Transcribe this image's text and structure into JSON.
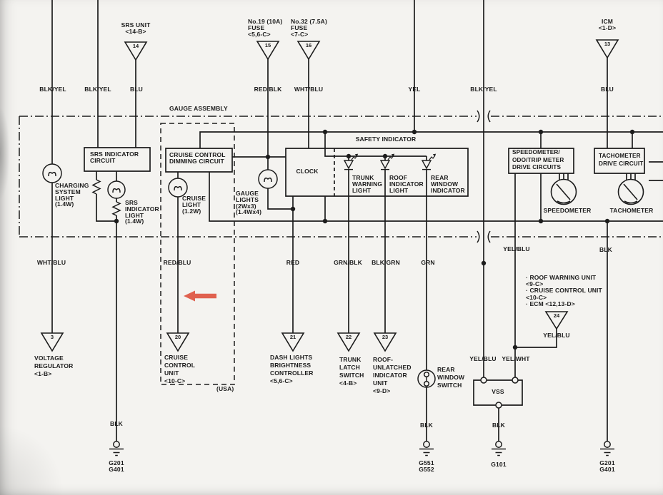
{
  "colors": {
    "paper": "#f4f3f0",
    "ink": "#1c1c1c",
    "arrow": "#e0614f"
  },
  "titles": {
    "gauge_assembly": "GAUGE ASSEMBLY",
    "usa": "(USA)"
  },
  "connectors": {
    "srs_unit": {
      "label": "SRS UNIT\n<14-B>",
      "num": "14"
    },
    "fuse_19": {
      "label": "No.19 (10A)\nFUSE\n<5,6-C>",
      "num": "15"
    },
    "fuse_32": {
      "label": "No.32 (7.5A)\nFUSE\n<7-C>",
      "num": "16"
    },
    "icm": {
      "label": "ICM\n<1-D>",
      "num": "13"
    },
    "voltage_regulator": {
      "label": "VOLTAGE\nREGULATOR\n<1-B>",
      "num": "3"
    },
    "cruise_control_unit": {
      "label": "CRUISE\nCONTROL\nUNIT\n<10-C>",
      "num": "20"
    },
    "dash_lights_brightness_controller": {
      "label": "DASH LIGHTS\nBRIGHTNESS\nCONTROLLER\n<5,6-C>",
      "num": "21"
    },
    "trunk_latch_switch": {
      "label": "TRUNK\nLATCH\nSWITCH\n<4-B>",
      "num": "22"
    },
    "roof_unlatched_indicator_unit": {
      "label": "ROOF-\nUNLATCHED\nINDICATOR\nUNIT\n<9-D>",
      "num": "23"
    },
    "yel_blu_junction": {
      "label": "YEL/BLU",
      "num": "24"
    }
  },
  "wire_labels": {
    "top": {
      "blk_yel_charging": "BLK/YEL",
      "blk_yel_srs": "BLK/YEL",
      "blu_srs": "BLU",
      "red_blk_fuse19": "RED/BLK",
      "wht_blu_fuse32": "WHT/BLU",
      "yel": "YEL",
      "blk_yel_vss": "BLK/YEL",
      "blu_icm": "BLU"
    },
    "mid": {
      "wht_blu_regulator": "WHT/BLU",
      "red_blu_cruise": "RED/BLU",
      "red_dash": "RED",
      "grn_blk_trunk": "GRN/BLK",
      "blk_grn_roof": "BLK/GRN",
      "grn_rear": "GRN",
      "yel_blu_speed": "YEL/BLU",
      "blk_gauge_gnd": "BLK"
    },
    "bottom": {
      "blk_srs_gnd": "BLK",
      "blk_rear_gnd": "BLK",
      "blk_vss_gnd": "BLK",
      "yel_blu_vss": "YEL/BLU",
      "yel_wht_vss": "YEL/WHT"
    }
  },
  "components": {
    "srs_indicator_circuit": "SRS INDICATOR\nCIRCUIT",
    "cruise_control_dimming_circuit": "CRUISE CONTROL\nDIMMING CIRCUIT",
    "clock": "CLOCK",
    "safety_indicator": "SAFETY INDICATOR",
    "speedometer_drive": "SPEEDOMETER/\nODO/TRIP METER\nDRIVE CIRCUITS",
    "tachometer_drive": "TACHOMETER\nDRIVE CIRCUIT",
    "vss": "VSS",
    "speedometer": "SPEEDOMETER",
    "tachometer": "TACHOMETER",
    "charging_system_light": "CHARGING\nSYSTEM\nLIGHT\n(1.4W)",
    "srs_indicator_light": "SRS\nINDICATOR\nLIGHT\n(1.4W)",
    "cruise_light": "CRUISE\nLIGHT\n(1.2W)",
    "gauge_lights": "GAUGE\nLIGHTS\n(2Wx3)\n(1.4Wx4)",
    "trunk_warning_light": "TRUNK\nWARNING\nLIGHT",
    "roof_indicator_light": "ROOF\nINDICATOR\nLIGHT",
    "rear_window_indicator": "REAR\nWINDOW\nINDICATOR",
    "rear_window_switch": "REAR\nWINDOW\nSWITCH"
  },
  "notes": {
    "vss_destinations": "· ROOF WARNING UNIT\n  <9-C>\n· CRUISE CONTROL UNIT\n  <10-C>\n· ECM <12,13-D>"
  },
  "grounds": {
    "g201_g401_left": "G201\nG401",
    "g551_g552": "G551\nG552",
    "g101": "G101",
    "g201_g401_right": "G201\nG401"
  }
}
